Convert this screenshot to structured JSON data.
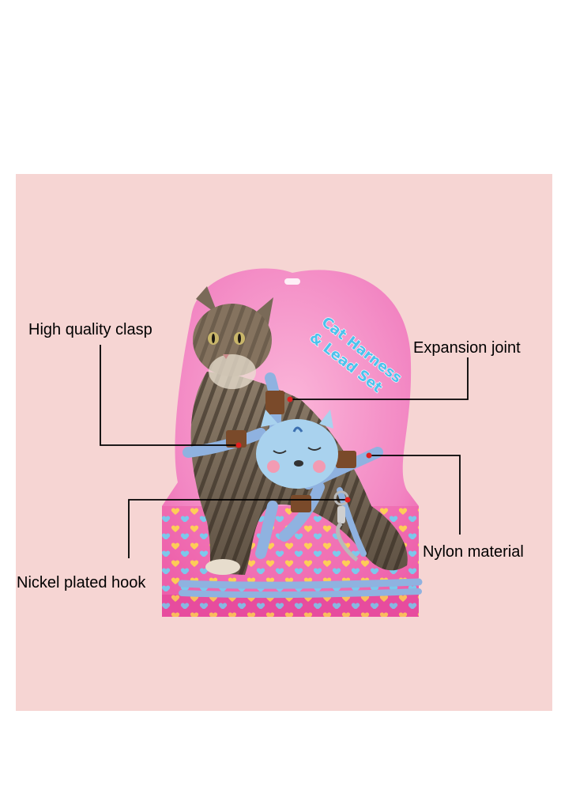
{
  "image": {
    "background_color": "#f6d5d3",
    "packaging_card": {
      "title_line_1": "Cat Harness",
      "title_line_2": "& Lead Set",
      "card_color": "#ef6fb5",
      "title_color": "#4dc2ec"
    },
    "harness_color": "#8fb2e0",
    "buckle_color": "#7a4a2a"
  },
  "callouts": {
    "clasp": "High quality clasp",
    "expansion": "Expansion joint",
    "nylon": "Nylon material",
    "hook": "Nickel plated hook"
  }
}
